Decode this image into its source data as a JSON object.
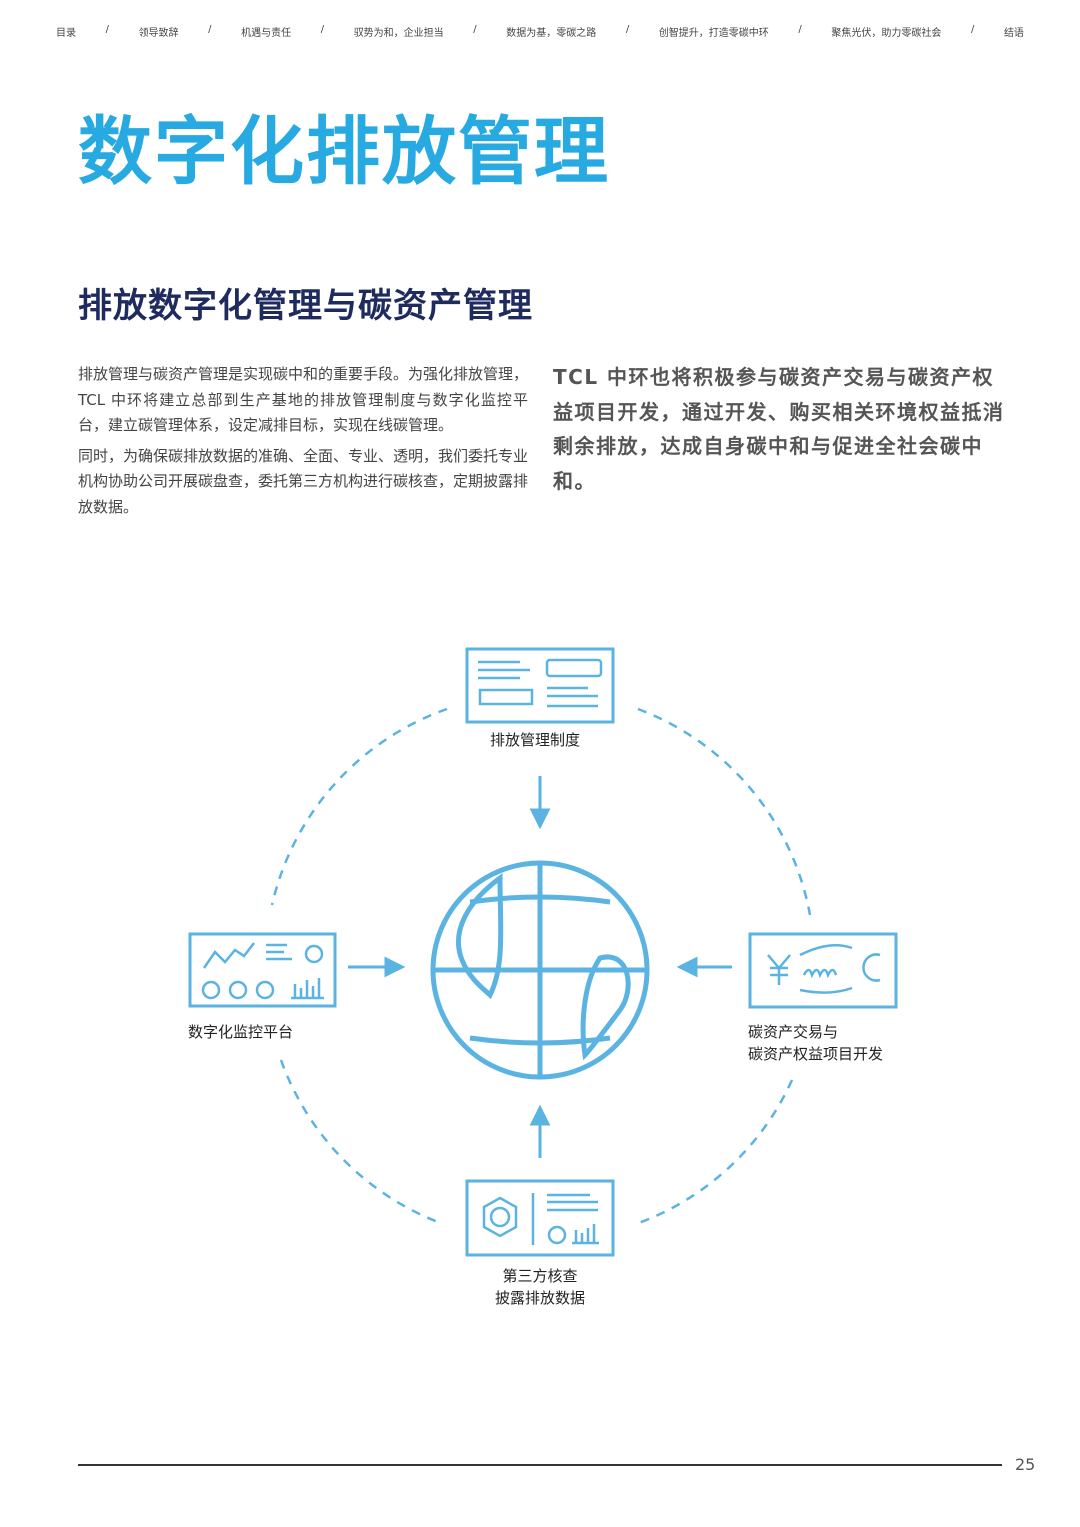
{
  "nav": {
    "items": [
      "目录",
      "领导致辞",
      "机遇与责任",
      "驭势为和，企业担当",
      "数据为基，零碳之路",
      "创智提升，打造零碳中环",
      "聚焦光伏，助力零碳社会",
      "结语"
    ],
    "separator": "/"
  },
  "title": "数字化排放管理",
  "subtitle": "排放数字化管理与碳资产管理",
  "left_paragraphs": [
    "排放管理与碳资产管理是实现碳中和的重要手段。为强化排放管理，TCL 中环将建立总部到生产基地的排放管理制度与数字化监控平台，建立碳管理体系，设定减排目标，实现在线碳管理。",
    "同时，为确保碳排放数据的准确、全面、专业、透明，我们委托专业机构协助公司开展碳盘查，委托第三方机构进行碳核查，定期披露排放数据。"
  ],
  "right_paragraph": "TCL 中环也将积极参与碳资产交易与碳资产权益项目开发，通过开发、购买相关环境权益抵消剩余排放，达成自身碳中和与促进全社会碳中和。",
  "diagram": {
    "top_label": "排放管理制度",
    "left_label": "数字化监控平台",
    "right_label": [
      "碳资产交易与",
      "碳资产权益项目开发"
    ],
    "bottom_label": [
      "第三方核查",
      "披露排放数据"
    ],
    "yen_symbol": "¥",
    "color": "#5bb3e2"
  },
  "footer": {
    "page_number": "25"
  }
}
